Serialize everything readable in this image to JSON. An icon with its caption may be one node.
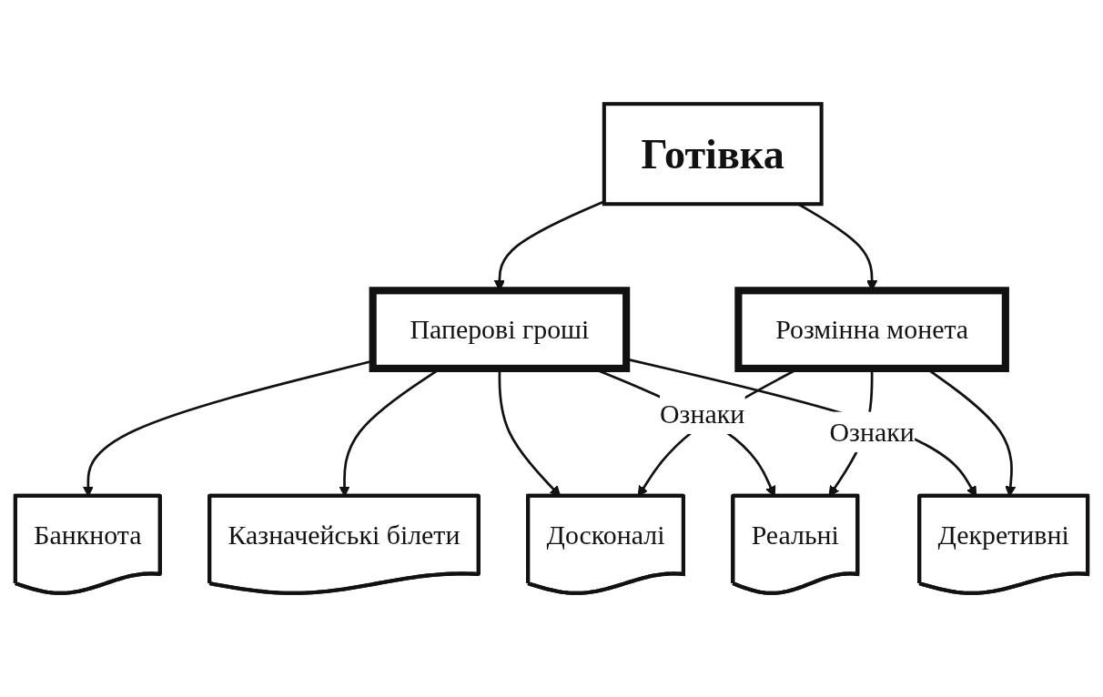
{
  "diagram": {
    "nodes": [
      {
        "text": [
          "Готівка"
        ]
      },
      {
        "text": [
          "Паперові гроші"
        ]
      },
      {
        "text": [
          "Розмінна монета"
        ]
      },
      {
        "text": [
          "Банкнота"
        ]
      },
      {
        "text": [
          "Казначейські білети"
        ]
      },
      {
        "text": [
          "Досконалі"
        ]
      },
      {
        "text": [
          "Реальні"
        ]
      },
      {
        "text": [
          "Декретивні"
        ]
      }
    ],
    "edges": [
      {
        "from": 0,
        "to": 1,
        "arrow": "to"
      },
      {
        "from": 0,
        "to": 2,
        "arrow": "to"
      },
      {
        "from": 1,
        "to": 3,
        "arrow": "to"
      },
      {
        "from": 1,
        "to": 4,
        "arrow": "to"
      },
      {
        "from": 1,
        "to": 5,
        "arrow": "to"
      },
      {
        "from": 1,
        "to": 6,
        "arrow": "to",
        "label": "Ознаки"
      },
      {
        "from": 1,
        "to": 7,
        "arrow": "to"
      },
      {
        "from": 2,
        "to": 5,
        "arrow": "to"
      },
      {
        "from": 2,
        "to": 6,
        "arrow": "to",
        "label": "Ознаки"
      },
      {
        "from": 2,
        "to": 7,
        "arrow": "to"
      }
    ]
  }
}
